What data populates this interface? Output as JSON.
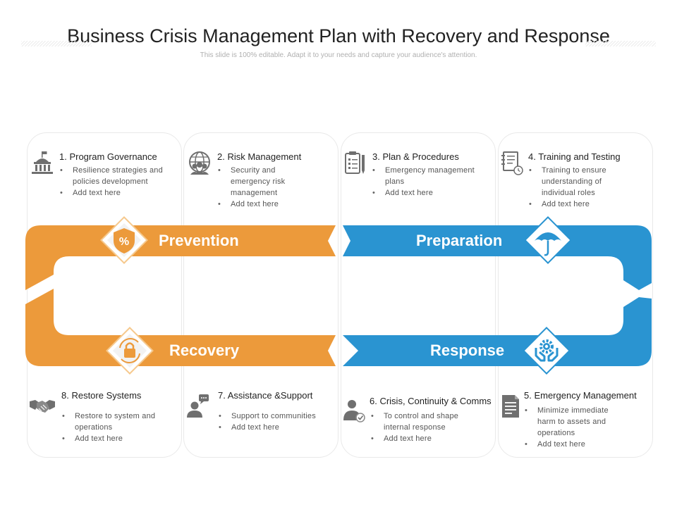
{
  "title": "Business Crisis Management Plan with Recovery and Response",
  "subtitle": "This slide is 100% editable. Adapt it to your needs and capture your audience's attention.",
  "colors": {
    "orange": "#EC9A3B",
    "blue": "#2A94D1",
    "icon_gray": "#6F6F6F",
    "orange_light": "#F6C98D",
    "blue_light": "#A6D4EE"
  },
  "bands": {
    "prevention": {
      "label": "Prevention",
      "icon": "shield-percent-icon"
    },
    "preparation": {
      "label": "Preparation",
      "icon": "umbrella-icon"
    },
    "recovery": {
      "label": "Recovery",
      "icon": "lock-refresh-icon"
    },
    "response": {
      "label": "Response",
      "icon": "hands-gear-icon"
    }
  },
  "items": {
    "governance": {
      "heading": "1. Program Governance",
      "bullets": [
        "Resilience strategies and policies development",
        "Add text here"
      ],
      "icon": "government-building-icon"
    },
    "risk": {
      "heading": "2. Risk Management",
      "bullets": [
        "Security and emergency risk management",
        "Add text here"
      ],
      "icon": "globe-people-icon"
    },
    "plan": {
      "heading": "3. Plan & Procedures",
      "bullets": [
        "Emergency management plans",
        "Add text here"
      ],
      "icon": "clipboard-checklist-icon"
    },
    "training": {
      "heading": "4. Training and Testing",
      "bullets": [
        "Training to ensure understanding of individual roles",
        "Add text here"
      ],
      "icon": "notebook-clock-icon"
    },
    "emergency": {
      "heading": "5. Emergency Management",
      "bullets": [
        "Minimize immediate harm to assets and operations",
        "Add text here"
      ],
      "icon": "document-list-icon"
    },
    "crisis": {
      "heading": "6. Crisis, Continuity & Comms",
      "bullets": [
        "To control and shape internal response",
        "Add text here"
      ],
      "icon": "user-check-icon"
    },
    "assistance": {
      "heading": "7. Assistance &Support",
      "bullets": [
        "Support to communities",
        "Add text here"
      ],
      "icon": "user-chat-icon"
    },
    "restore": {
      "heading": "8. Restore Systems",
      "bullets": [
        "Restore to system and operations",
        "Add text here"
      ],
      "icon": "handshake-icon"
    }
  }
}
